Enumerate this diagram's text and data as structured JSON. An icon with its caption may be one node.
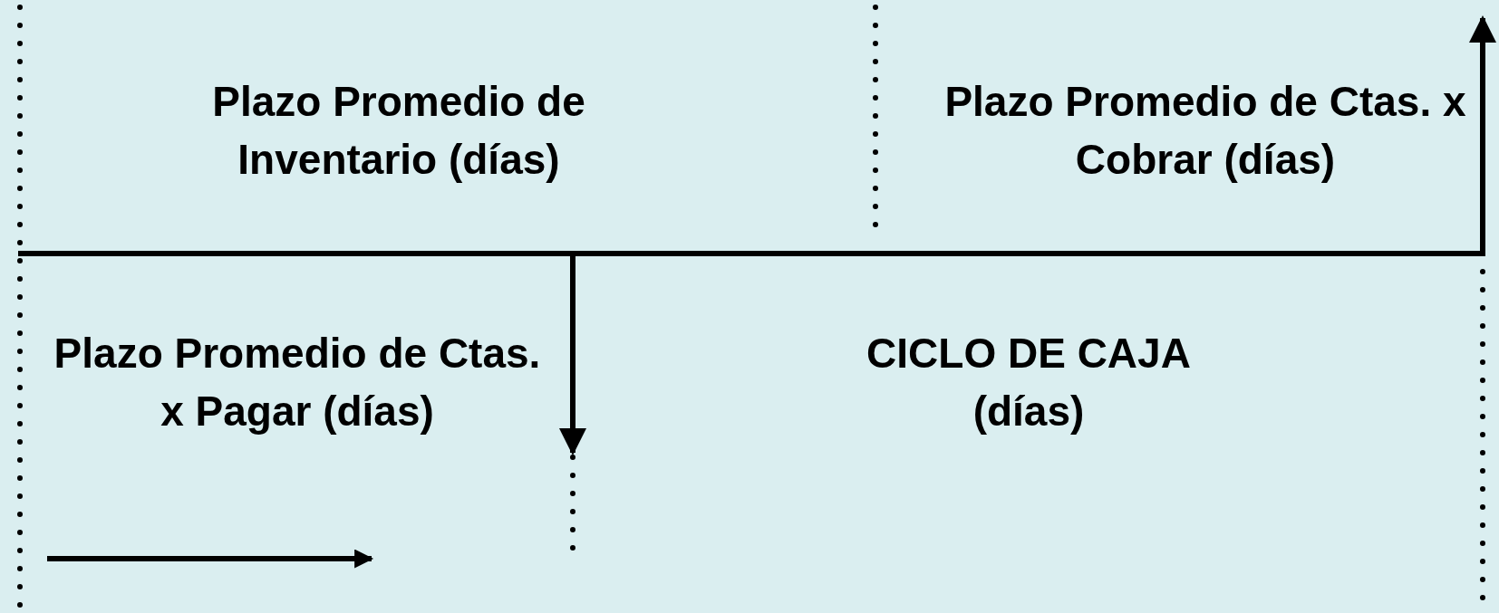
{
  "diagram": {
    "labels": [
      "Plazo Promedio de Inventario (días)",
      "Plazo Promedio de Ctas. x Cobrar (días)",
      "Plazo Promedio de Ctas. x Pagar (días)",
      "CICLO DE CAJA (días)"
    ]
  }
}
